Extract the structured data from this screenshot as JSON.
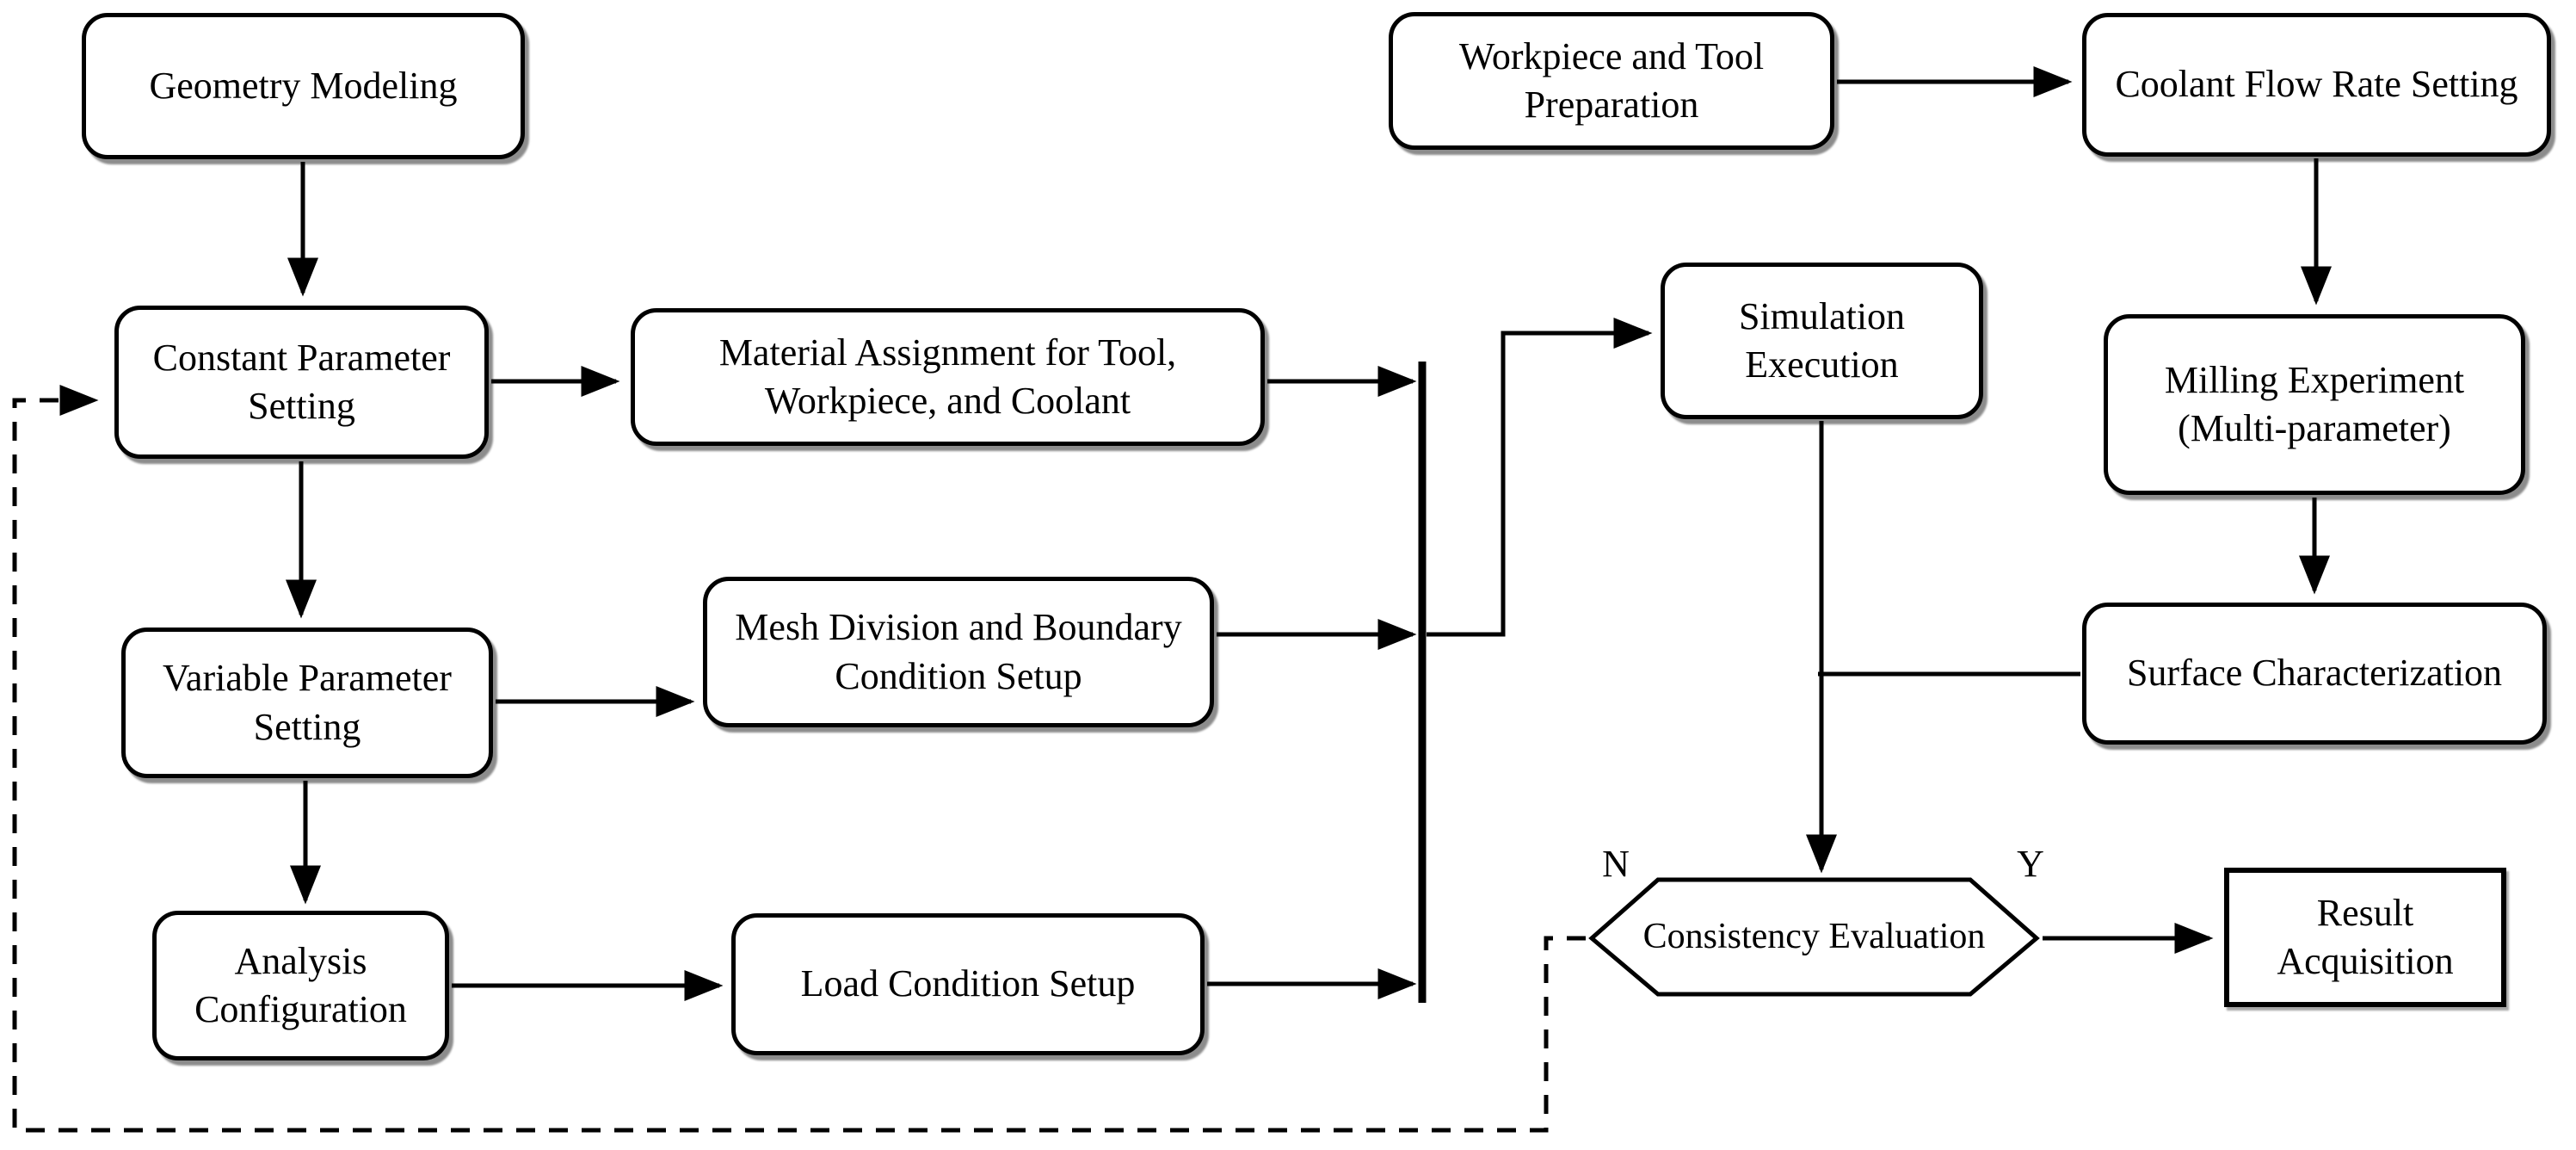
{
  "diagram": {
    "title": "Simulation and experiment consistency flowchart",
    "colors": {
      "stroke": "#000000",
      "node_fill": "#ffffff",
      "background": "#ffffff"
    },
    "nodes": {
      "geometry": {
        "label": "Geometry Modeling"
      },
      "constant": {
        "label": "Constant Parameter\nSetting"
      },
      "variable": {
        "label": "Variable Parameter\nSetting"
      },
      "analysis": {
        "label": "Analysis\nConfiguration"
      },
      "material": {
        "label": "Material Assignment for Tool,\nWorkpiece, and Coolant"
      },
      "mesh": {
        "label": "Mesh Division and Boundary\nCondition Setup"
      },
      "load": {
        "label": "Load Condition Setup"
      },
      "workpiece": {
        "label": "Workpiece and Tool\nPreparation"
      },
      "coolant": {
        "label": "Coolant Flow Rate Setting"
      },
      "simulation": {
        "label": "Simulation\nExecution"
      },
      "milling": {
        "label": "Milling Experiment\n(Multi-parameter)"
      },
      "surface": {
        "label": "Surface Characterization"
      },
      "consistency": {
        "label": "Consistency Evaluation"
      },
      "result": {
        "label": "Result\nAcquisition"
      }
    },
    "decision": {
      "no": "N",
      "yes": "Y"
    }
  }
}
